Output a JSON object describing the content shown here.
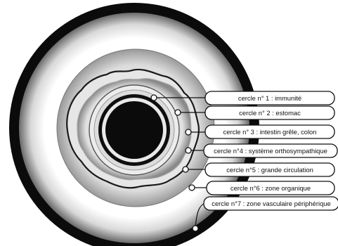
{
  "labels": [
    {
      "id": 1,
      "text": "cercle n° 1 : immunité"
    },
    {
      "id": 2,
      "text": "cercle n° 2 : estomac"
    },
    {
      "id": 3,
      "text": "cercle n° 3 : intestin grêle, colon"
    },
    {
      "id": 4,
      "text": "cercle n°4 : système orthosympathique"
    },
    {
      "id": 5,
      "text": "cercle n°5 : grande circulation"
    },
    {
      "id": 6,
      "text": "cercle n°6 : zone organique"
    },
    {
      "id": 7,
      "text": "cercle n°7 : zone vasculaire périphérique"
    }
  ]
}
